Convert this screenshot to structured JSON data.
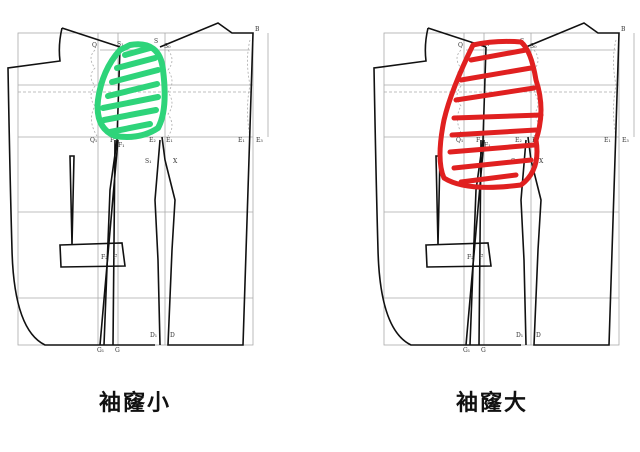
{
  "diagrams": [
    {
      "caption": "袖窿小",
      "highlight_color": "#2ed47a"
    },
    {
      "caption": "袖窿大",
      "highlight_color": "#e02020"
    }
  ],
  "point_labels": [
    "B",
    "S₁",
    "S",
    "Q",
    "S₀",
    "Q₁",
    "F",
    "F₁",
    "E₂",
    "E₁",
    "E₃",
    "S₁",
    "X",
    "F₂",
    "F",
    "D₁",
    "D",
    "G₁",
    "G"
  ]
}
